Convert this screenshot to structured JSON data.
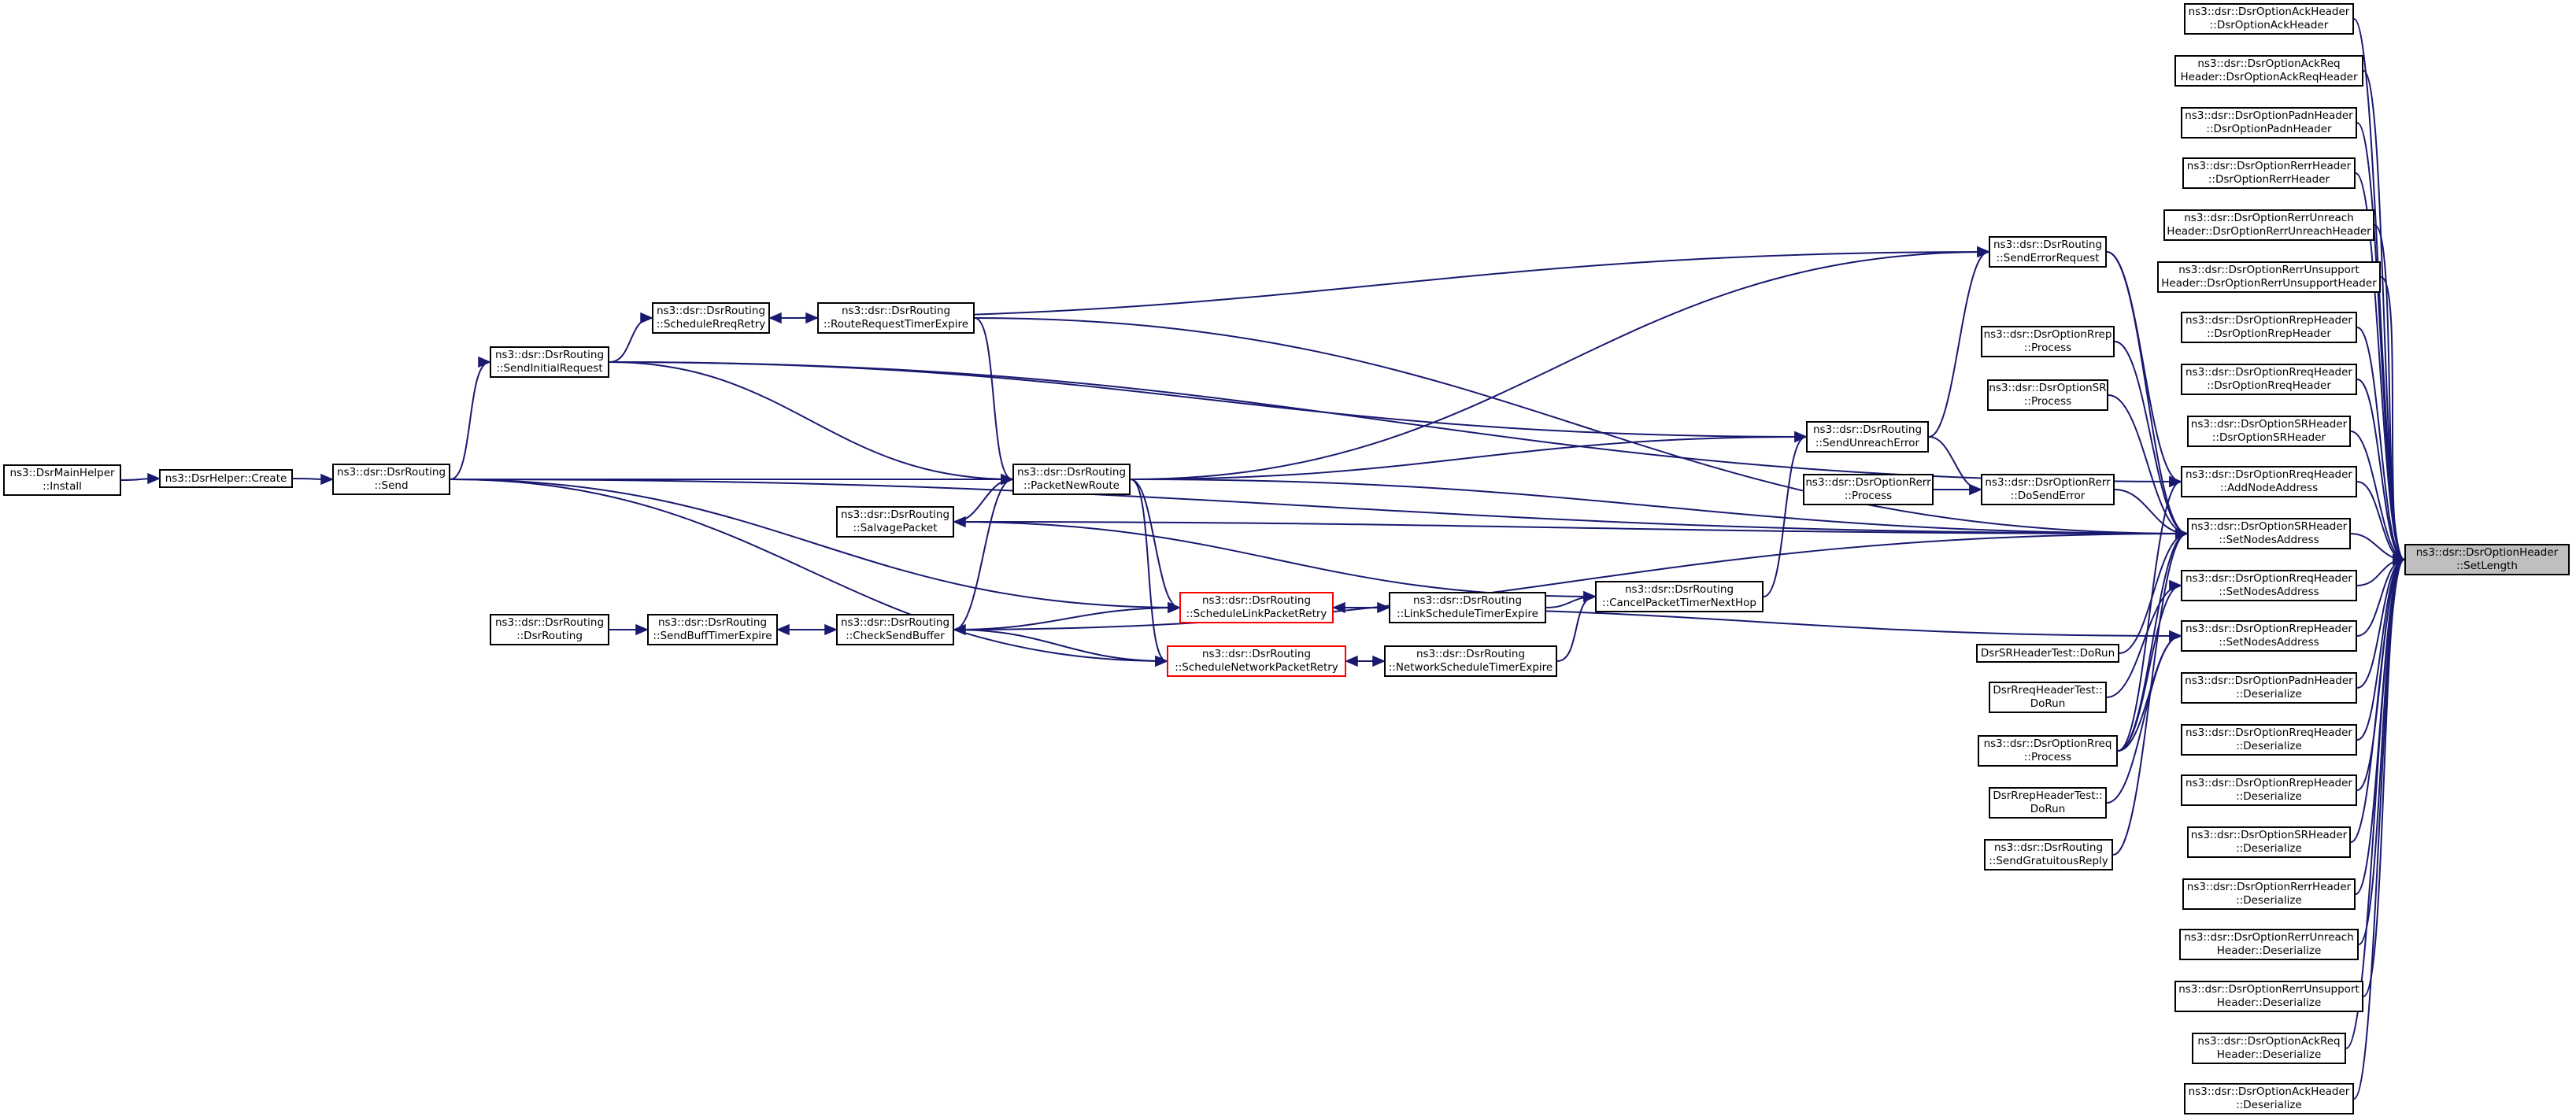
{
  "colors": {
    "edge": "#191970",
    "node_border": "#000000",
    "highlight_border": "#ff0000",
    "target_fill": "#bfbfbf"
  },
  "nodes": {
    "DsrMainHelper_Install": {
      "lines": [
        "ns3::DsrMainHelper",
        "::Install"
      ]
    },
    "DsrHelper_Create": {
      "lines": [
        "ns3::DsrHelper::Create"
      ]
    },
    "Send": {
      "lines": [
        "ns3::dsr::DsrRouting",
        "::Send"
      ]
    },
    "SendInitialRequest": {
      "lines": [
        "ns3::dsr::DsrRouting",
        "::SendInitialRequest"
      ]
    },
    "ScheduleRreqRetry": {
      "lines": [
        "ns3::dsr::DsrRouting",
        "::ScheduleRreqRetry"
      ]
    },
    "RouteRequestTimerExpire": {
      "lines": [
        "ns3::dsr::DsrRouting",
        "::RouteRequestTimerExpire"
      ]
    },
    "SalvagePacket": {
      "lines": [
        "ns3::dsr::DsrRouting",
        "::SalvagePacket"
      ]
    },
    "PacketNewRoute": {
      "lines": [
        "ns3::dsr::DsrRouting",
        "::PacketNewRoute"
      ]
    },
    "DsrRouting_ctor": {
      "lines": [
        "ns3::dsr::DsrRouting",
        "::DsrRouting"
      ]
    },
    "SendBuffTimerExpire": {
      "lines": [
        "ns3::dsr::DsrRouting",
        "::SendBuffTimerExpire"
      ]
    },
    "CheckSendBuffer": {
      "lines": [
        "ns3::dsr::DsrRouting",
        "::CheckSendBuffer"
      ]
    },
    "ScheduleLinkPacketRetry": {
      "lines": [
        "ns3::dsr::DsrRouting",
        "::ScheduleLinkPacketRetry"
      ]
    },
    "ScheduleNetworkPacketRetry": {
      "lines": [
        "ns3::dsr::DsrRouting",
        "::ScheduleNetworkPacketRetry"
      ]
    },
    "LinkScheduleTimerExpire": {
      "lines": [
        "ns3::dsr::DsrRouting",
        "::LinkScheduleTimerExpire"
      ]
    },
    "NetworkScheduleTimerExpire": {
      "lines": [
        "ns3::dsr::DsrRouting",
        "::NetworkScheduleTimerExpire"
      ]
    },
    "CancelPacketTimerNextHop": {
      "lines": [
        "ns3::dsr::DsrRouting",
        "::CancelPacketTimerNextHop"
      ]
    },
    "SendUnreachError": {
      "lines": [
        "ns3::dsr::DsrRouting",
        "::SendUnreachError"
      ]
    },
    "SendErrorRequest": {
      "lines": [
        "ns3::dsr::DsrRouting",
        "::SendErrorRequest"
      ]
    },
    "Rep_Process": {
      "lines": [
        "ns3::dsr::DsrOptionRrep",
        "::Process"
      ]
    },
    "SR_Process": {
      "lines": [
        "ns3::dsr::DsrOptionSR",
        "::Process"
      ]
    },
    "Rerr_Process": {
      "lines": [
        "ns3::dsr::DsrOptionRerr",
        "::Process"
      ]
    },
    "Rerr_DoSendError": {
      "lines": [
        "ns3::dsr::DsrOptionRerr",
        "::DoSendError"
      ]
    },
    "DsrSRHeaderTest_DoRun": {
      "lines": [
        "DsrSRHeaderTest::DoRun"
      ]
    },
    "DsrRreqHeaderTest_DoRun": {
      "lines": [
        "DsrRreqHeaderTest::",
        "DoRun"
      ]
    },
    "Rreq_Process": {
      "lines": [
        "ns3::dsr::DsrOptionRreq",
        "::Process"
      ]
    },
    "DsrRrepHeaderTest_DoRun": {
      "lines": [
        "DsrRrepHeaderTest::",
        "DoRun"
      ]
    },
    "SendGratuitousReply": {
      "lines": [
        "ns3::dsr::DsrRouting",
        "::SendGratuitousReply"
      ]
    },
    "AckHeader_ctor": {
      "lines": [
        "ns3::dsr::DsrOptionAckHeader",
        "::DsrOptionAckHeader"
      ]
    },
    "AckReqHeader_ctor": {
      "lines": [
        "ns3::dsr::DsrOptionAckReq",
        "Header::DsrOptionAckReqHeader"
      ]
    },
    "PadnHeader_ctor": {
      "lines": [
        "ns3::dsr::DsrOptionPadnHeader",
        "::DsrOptionPadnHeader"
      ]
    },
    "RerrHeader_ctor": {
      "lines": [
        "ns3::dsr::DsrOptionRerrHeader",
        "::DsrOptionRerrHeader"
      ]
    },
    "RerrUnreachHeader_ctor": {
      "lines": [
        "ns3::dsr::DsrOptionRerrUnreach",
        "Header::DsrOptionRerrUnreachHeader"
      ]
    },
    "RerrUnsupportHeader_ctor": {
      "lines": [
        "ns3::dsr::DsrOptionRerrUnsupport",
        "Header::DsrOptionRerrUnsupportHeader"
      ]
    },
    "RrepHeader_ctor": {
      "lines": [
        "ns3::dsr::DsrOptionRrepHeader",
        "::DsrOptionRrepHeader"
      ]
    },
    "RreqHeader_ctor": {
      "lines": [
        "ns3::dsr::DsrOptionRreqHeader",
        "::DsrOptionRreqHeader"
      ]
    },
    "SRHeader_ctor": {
      "lines": [
        "ns3::dsr::DsrOptionSRHeader",
        "::DsrOptionSRHeader"
      ]
    },
    "RreqHeader_AddNodeAddress": {
      "lines": [
        "ns3::dsr::DsrOptionRreqHeader",
        "::AddNodeAddress"
      ]
    },
    "SRHeader_SetNodesAddress": {
      "lines": [
        "ns3::dsr::DsrOptionSRHeader",
        "::SetNodesAddress"
      ]
    },
    "RreqHeader_SetNodesAddress": {
      "lines": [
        "ns3::dsr::DsrOptionRreqHeader",
        "::SetNodesAddress"
      ]
    },
    "RrepHeader_SetNodesAddress": {
      "lines": [
        "ns3::dsr::DsrOptionRrepHeader",
        "::SetNodesAddress"
      ]
    },
    "PadnHeader_Deserialize": {
      "lines": [
        "ns3::dsr::DsrOptionPadnHeader",
        "::Deserialize"
      ]
    },
    "RreqHeader_Deserialize": {
      "lines": [
        "ns3::dsr::DsrOptionRreqHeader",
        "::Deserialize"
      ]
    },
    "RrepHeader_Deserialize": {
      "lines": [
        "ns3::dsr::DsrOptionRrepHeader",
        "::Deserialize"
      ]
    },
    "SRHeader_Deserialize": {
      "lines": [
        "ns3::dsr::DsrOptionSRHeader",
        "::Deserialize"
      ]
    },
    "RerrHeader_Deserialize": {
      "lines": [
        "ns3::dsr::DsrOptionRerrHeader",
        "::Deserialize"
      ]
    },
    "RerrUnreachHeader_Deserialize": {
      "lines": [
        "ns3::dsr::DsrOptionRerrUnreach",
        "Header::Deserialize"
      ]
    },
    "RerrUnsupportHeader_Deserialize": {
      "lines": [
        "ns3::dsr::DsrOptionRerrUnsupport",
        "Header::Deserialize"
      ]
    },
    "AckReqHeader_Deserialize": {
      "lines": [
        "ns3::dsr::DsrOptionAckReq",
        "Header::Deserialize"
      ]
    },
    "AckHeader_Deserialize": {
      "lines": [
        "ns3::dsr::DsrOptionAckHeader",
        "::Deserialize"
      ]
    },
    "SetLength": {
      "lines": [
        "ns3::dsr::DsrOptionHeader",
        "::SetLength"
      ]
    }
  },
  "edges": [
    [
      "DsrHelper_Create",
      "DsrMainHelper_Install"
    ],
    [
      "Send",
      "DsrHelper_Create"
    ],
    [
      "SendInitialRequest",
      "Send"
    ],
    [
      "ScheduleRreqRetry",
      "SendInitialRequest"
    ],
    [
      "RouteRequestTimerExpire",
      "ScheduleRreqRetry"
    ],
    [
      "ScheduleRreqRetry",
      "RouteRequestTimerExpire"
    ],
    [
      "PacketNewRoute",
      "Send"
    ],
    [
      "PacketNewRoute",
      "SendInitialRequest"
    ],
    [
      "PacketNewRoute",
      "RouteRequestTimerExpire"
    ],
    [
      "SalvagePacket",
      "PacketNewRoute"
    ],
    [
      "CheckSendBuffer",
      "PacketNewRoute"
    ],
    [
      "SendBuffTimerExpire",
      "DsrRouting_ctor"
    ],
    [
      "CheckSendBuffer",
      "SendBuffTimerExpire"
    ],
    [
      "SendBuffTimerExpire",
      "CheckSendBuffer"
    ],
    [
      "ScheduleLinkPacketRetry",
      "PacketNewRoute"
    ],
    [
      "ScheduleNetworkPacketRetry",
      "PacketNewRoute"
    ],
    [
      "ScheduleLinkPacketRetry",
      "CheckSendBuffer"
    ],
    [
      "ScheduleNetworkPacketRetry",
      "CheckSendBuffer"
    ],
    [
      "ScheduleLinkPacketRetry",
      "Send"
    ],
    [
      "ScheduleNetworkPacketRetry",
      "Send"
    ],
    [
      "LinkScheduleTimerExpire",
      "ScheduleLinkPacketRetry"
    ],
    [
      "ScheduleLinkPacketRetry",
      "LinkScheduleTimerExpire"
    ],
    [
      "NetworkScheduleTimerExpire",
      "ScheduleNetworkPacketRetry"
    ],
    [
      "ScheduleNetworkPacketRetry",
      "NetworkScheduleTimerExpire"
    ],
    [
      "CancelPacketTimerNextHop",
      "LinkScheduleTimerExpire"
    ],
    [
      "CancelPacketTimerNextHop",
      "NetworkScheduleTimerExpire"
    ],
    [
      "CancelPacketTimerNextHop",
      "SalvagePacket"
    ],
    [
      "SendUnreachError",
      "CancelPacketTimerNextHop"
    ],
    [
      "SendUnreachError",
      "PacketNewRoute"
    ],
    [
      "SendUnreachError",
      "SendInitialRequest"
    ],
    [
      "SendErrorRequest",
      "SendUnreachError"
    ],
    [
      "SendErrorRequest",
      "PacketNewRoute"
    ],
    [
      "SendErrorRequest",
      "ScheduleRreqRetry"
    ],
    [
      "Rerr_DoSendError",
      "Rerr_Process"
    ],
    [
      "Rerr_DoSendError",
      "SendUnreachError"
    ],
    [
      "SRHeader_SetNodesAddress",
      "Send"
    ],
    [
      "SRHeader_SetNodesAddress",
      "SalvagePacket"
    ],
    [
      "SRHeader_SetNodesAddress",
      "PacketNewRoute"
    ],
    [
      "SRHeader_SetNodesAddress",
      "CheckSendBuffer"
    ],
    [
      "SRHeader_SetNodesAddress",
      "SendErrorRequest"
    ],
    [
      "SRHeader_SetNodesAddress",
      "Rep_Process"
    ],
    [
      "SRHeader_SetNodesAddress",
      "SR_Process"
    ],
    [
      "SRHeader_SetNodesAddress",
      "Rerr_DoSendError"
    ],
    [
      "SRHeader_SetNodesAddress",
      "DsrSRHeaderTest_DoRun"
    ],
    [
      "SRHeader_SetNodesAddress",
      "Rreq_Process"
    ],
    [
      "SRHeader_SetNodesAddress",
      "SendGratuitousReply"
    ],
    [
      "SRHeader_SetNodesAddress",
      "RouteRequestTimerExpire"
    ],
    [
      "RreqHeader_AddNodeAddress",
      "SendErrorRequest"
    ],
    [
      "RreqHeader_AddNodeAddress",
      "SendInitialRequest"
    ],
    [
      "RreqHeader_AddNodeAddress",
      "Rreq_Process"
    ],
    [
      "RreqHeader_SetNodesAddress",
      "DsrRreqHeaderTest_DoRun"
    ],
    [
      "RreqHeader_SetNodesAddress",
      "Rreq_Process"
    ],
    [
      "RrepHeader_SetNodesAddress",
      "Rreq_Process"
    ],
    [
      "RrepHeader_SetNodesAddress",
      "DsrRrepHeaderTest_DoRun"
    ],
    [
      "RrepHeader_SetNodesAddress",
      "ScheduleLinkPacketRetry"
    ],
    [
      "SetLength",
      "AckHeader_ctor"
    ],
    [
      "SetLength",
      "AckReqHeader_ctor"
    ],
    [
      "SetLength",
      "PadnHeader_ctor"
    ],
    [
      "SetLength",
      "RerrHeader_ctor"
    ],
    [
      "SetLength",
      "RerrUnreachHeader_ctor"
    ],
    [
      "SetLength",
      "RerrUnsupportHeader_ctor"
    ],
    [
      "SetLength",
      "RrepHeader_ctor"
    ],
    [
      "SetLength",
      "RreqHeader_ctor"
    ],
    [
      "SetLength",
      "SRHeader_ctor"
    ],
    [
      "SetLength",
      "RreqHeader_AddNodeAddress"
    ],
    [
      "SetLength",
      "SRHeader_SetNodesAddress"
    ],
    [
      "SetLength",
      "RreqHeader_SetNodesAddress"
    ],
    [
      "SetLength",
      "RrepHeader_SetNodesAddress"
    ],
    [
      "SetLength",
      "PadnHeader_Deserialize"
    ],
    [
      "SetLength",
      "RreqHeader_Deserialize"
    ],
    [
      "SetLength",
      "RrepHeader_Deserialize"
    ],
    [
      "SetLength",
      "SRHeader_Deserialize"
    ],
    [
      "SetLength",
      "RerrHeader_Deserialize"
    ],
    [
      "SetLength",
      "RerrUnreachHeader_Deserialize"
    ],
    [
      "SetLength",
      "RerrUnsupportHeader_Deserialize"
    ],
    [
      "SetLength",
      "AckReqHeader_Deserialize"
    ],
    [
      "SetLength",
      "AckHeader_Deserialize"
    ]
  ]
}
